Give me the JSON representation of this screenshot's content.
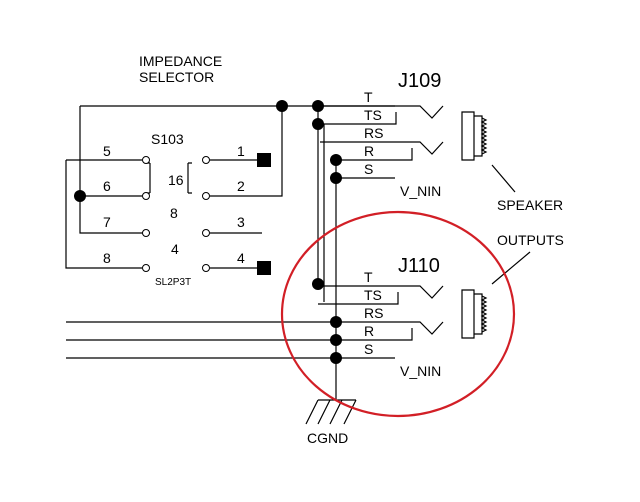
{
  "selector": {
    "title_line1": "IMPEDANCE",
    "title_line2": "SELECTOR",
    "ref": "S103",
    "part": "SL2P3T",
    "left_pins": [
      "5",
      "6",
      "7",
      "8"
    ],
    "right_pins": [
      "1",
      "2",
      "3",
      "4"
    ],
    "positions": [
      "16",
      "8",
      "4"
    ]
  },
  "jack_j109": {
    "ref": "J109",
    "pins": [
      "T",
      "TS",
      "RS",
      "R",
      "S"
    ],
    "net": "V_NIN"
  },
  "jack_j110": {
    "ref": "J110",
    "pins": [
      "T",
      "TS",
      "RS",
      "R",
      "S"
    ],
    "net": "V_NIN"
  },
  "annotations": {
    "speaker_line1": "SPEAKER",
    "speaker_line2": "OUTPUTS",
    "ground": "CGND"
  },
  "colors": {
    "wire": "#000000",
    "highlight": "#d21f26"
  }
}
